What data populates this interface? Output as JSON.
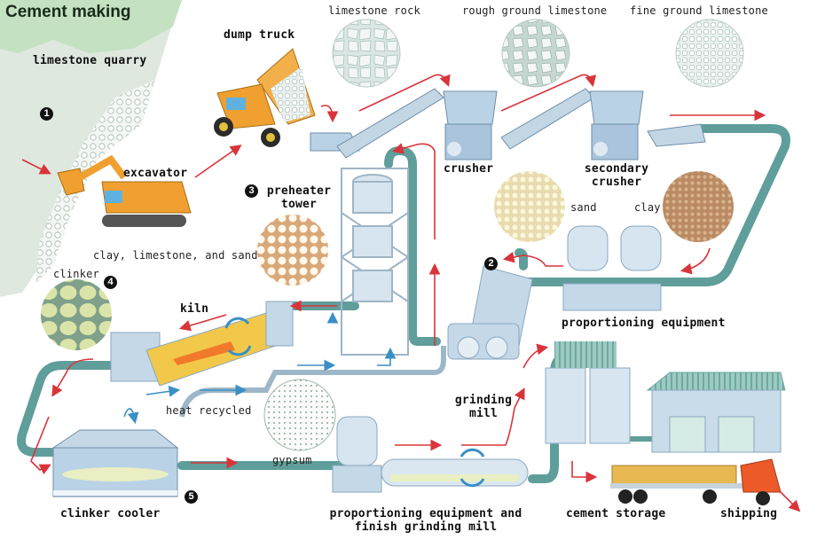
{
  "title": "Cement making",
  "steps": {
    "step1": "1",
    "step2": "2",
    "step3": "3",
    "step4": "4",
    "step5": "5"
  },
  "labels": {
    "limestone_quarry": "limestone quarry",
    "dump_truck": "dump truck",
    "excavator": "excavator",
    "limestone_rock": "limestone rock",
    "rough_ground_limestone": "rough ground limestone",
    "fine_ground_limestone": "fine ground limestone",
    "crusher": "crusher",
    "secondary_crusher_1": "secondary",
    "secondary_crusher_2": "crusher",
    "preheater_tower_1": "preheater",
    "preheater_tower_2": "tower",
    "sand": "sand",
    "clay": "clay",
    "clay_limestone_sand": "clay, limestone, and sand",
    "clinker": "clinker",
    "kiln": "kiln",
    "proportioning_equipment": "proportioning equipment",
    "grinding_mill_1": "grinding",
    "grinding_mill_2": "mill",
    "heat_recycled": "heat recycled",
    "gypsum": "gypsum",
    "clinker_cooler": "clinker cooler",
    "finish_mill_1": "proportioning equipment and",
    "finish_mill_2": "finish grinding mill",
    "cement_storage": "cement storage",
    "shipping": "shipping"
  },
  "colors": {
    "pipe": "#5f9e9a",
    "flow_arrow": "#d9343a",
    "heat_arrow": "#3a8fc4",
    "equipment": "#b9d2e6",
    "vehicle": "#f0a030",
    "quarry": "#cfe3cf"
  }
}
